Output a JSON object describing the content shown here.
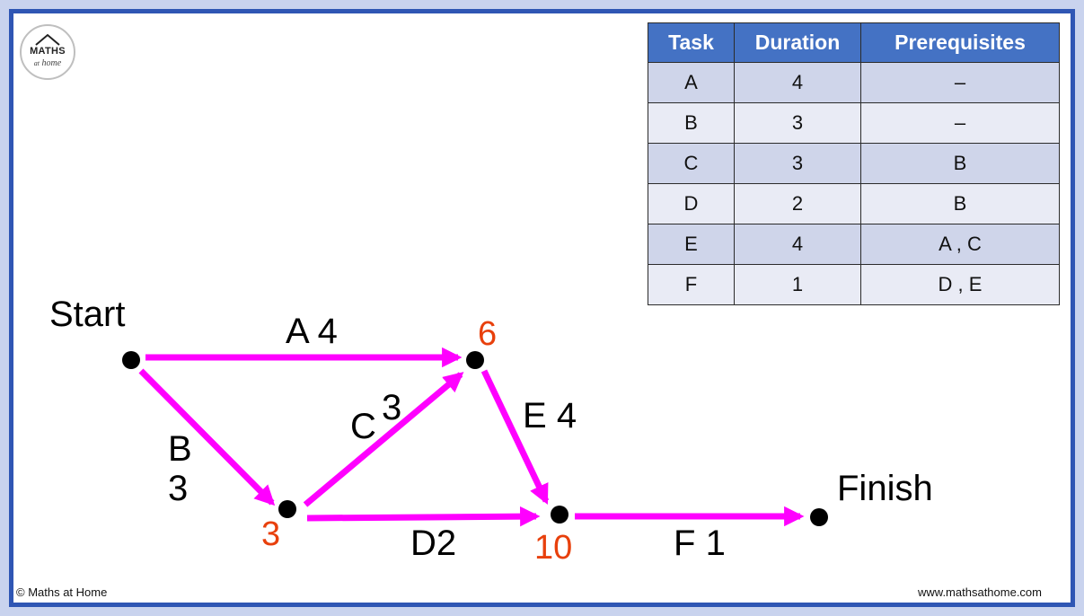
{
  "logo": {
    "line1": "MATHS",
    "line2": "home",
    "line_small": "at"
  },
  "table": {
    "headers": [
      "Task",
      "Duration",
      "Prerequisites"
    ],
    "rows": [
      [
        "A",
        "4",
        "–"
      ],
      [
        "B",
        "3",
        "–"
      ],
      [
        "C",
        "3",
        "B"
      ],
      [
        "D",
        "2",
        "B"
      ],
      [
        "E",
        "4",
        "A , C"
      ],
      [
        "F",
        "1",
        "D , E"
      ]
    ]
  },
  "network": {
    "start_label": "Start",
    "finish_label": "Finish",
    "edges": {
      "A": {
        "task": "A",
        "duration": "4"
      },
      "B": {
        "task": "B",
        "duration": "3"
      },
      "C": {
        "task": "C",
        "duration": "3"
      },
      "D": {
        "task": "D",
        "duration": "2"
      },
      "E": {
        "task": "E",
        "duration": "4"
      },
      "F": {
        "task": "F",
        "duration": "1"
      }
    },
    "earliest_times": {
      "node2": "3",
      "node3": "6",
      "node4": "10"
    }
  },
  "colors": {
    "arrow": "#ff00ff",
    "earliest_time": "#e8400c",
    "header": "#4472c4",
    "border": "#2f56b4"
  },
  "footer": {
    "left": "© Maths at Home",
    "right": "www.mathsathome.com"
  }
}
